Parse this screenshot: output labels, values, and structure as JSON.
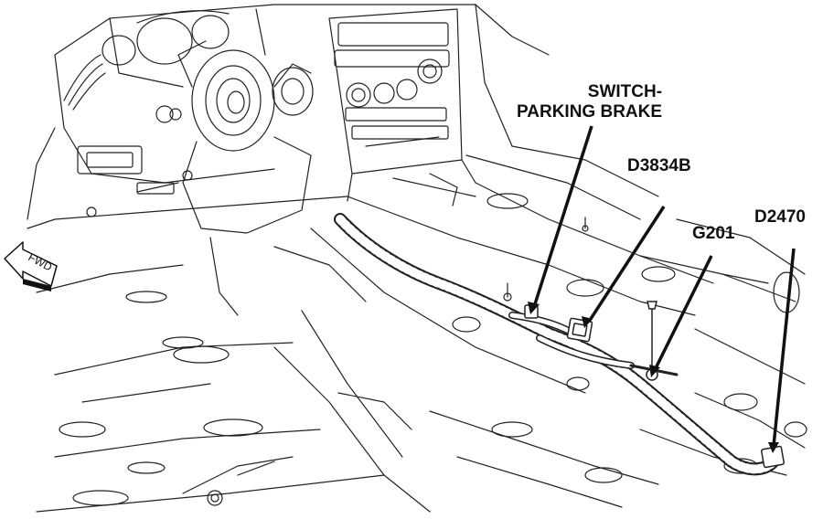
{
  "callouts": {
    "switch_line1": "SWITCH-",
    "switch_line2": "PARKING BRAKE",
    "d3834b": "D3834B",
    "g201": "G201",
    "d2470": "D2470"
  },
  "fwd": "FWD",
  "colors": {
    "line": "#222222",
    "background": "#ffffff",
    "text": "#111111"
  }
}
